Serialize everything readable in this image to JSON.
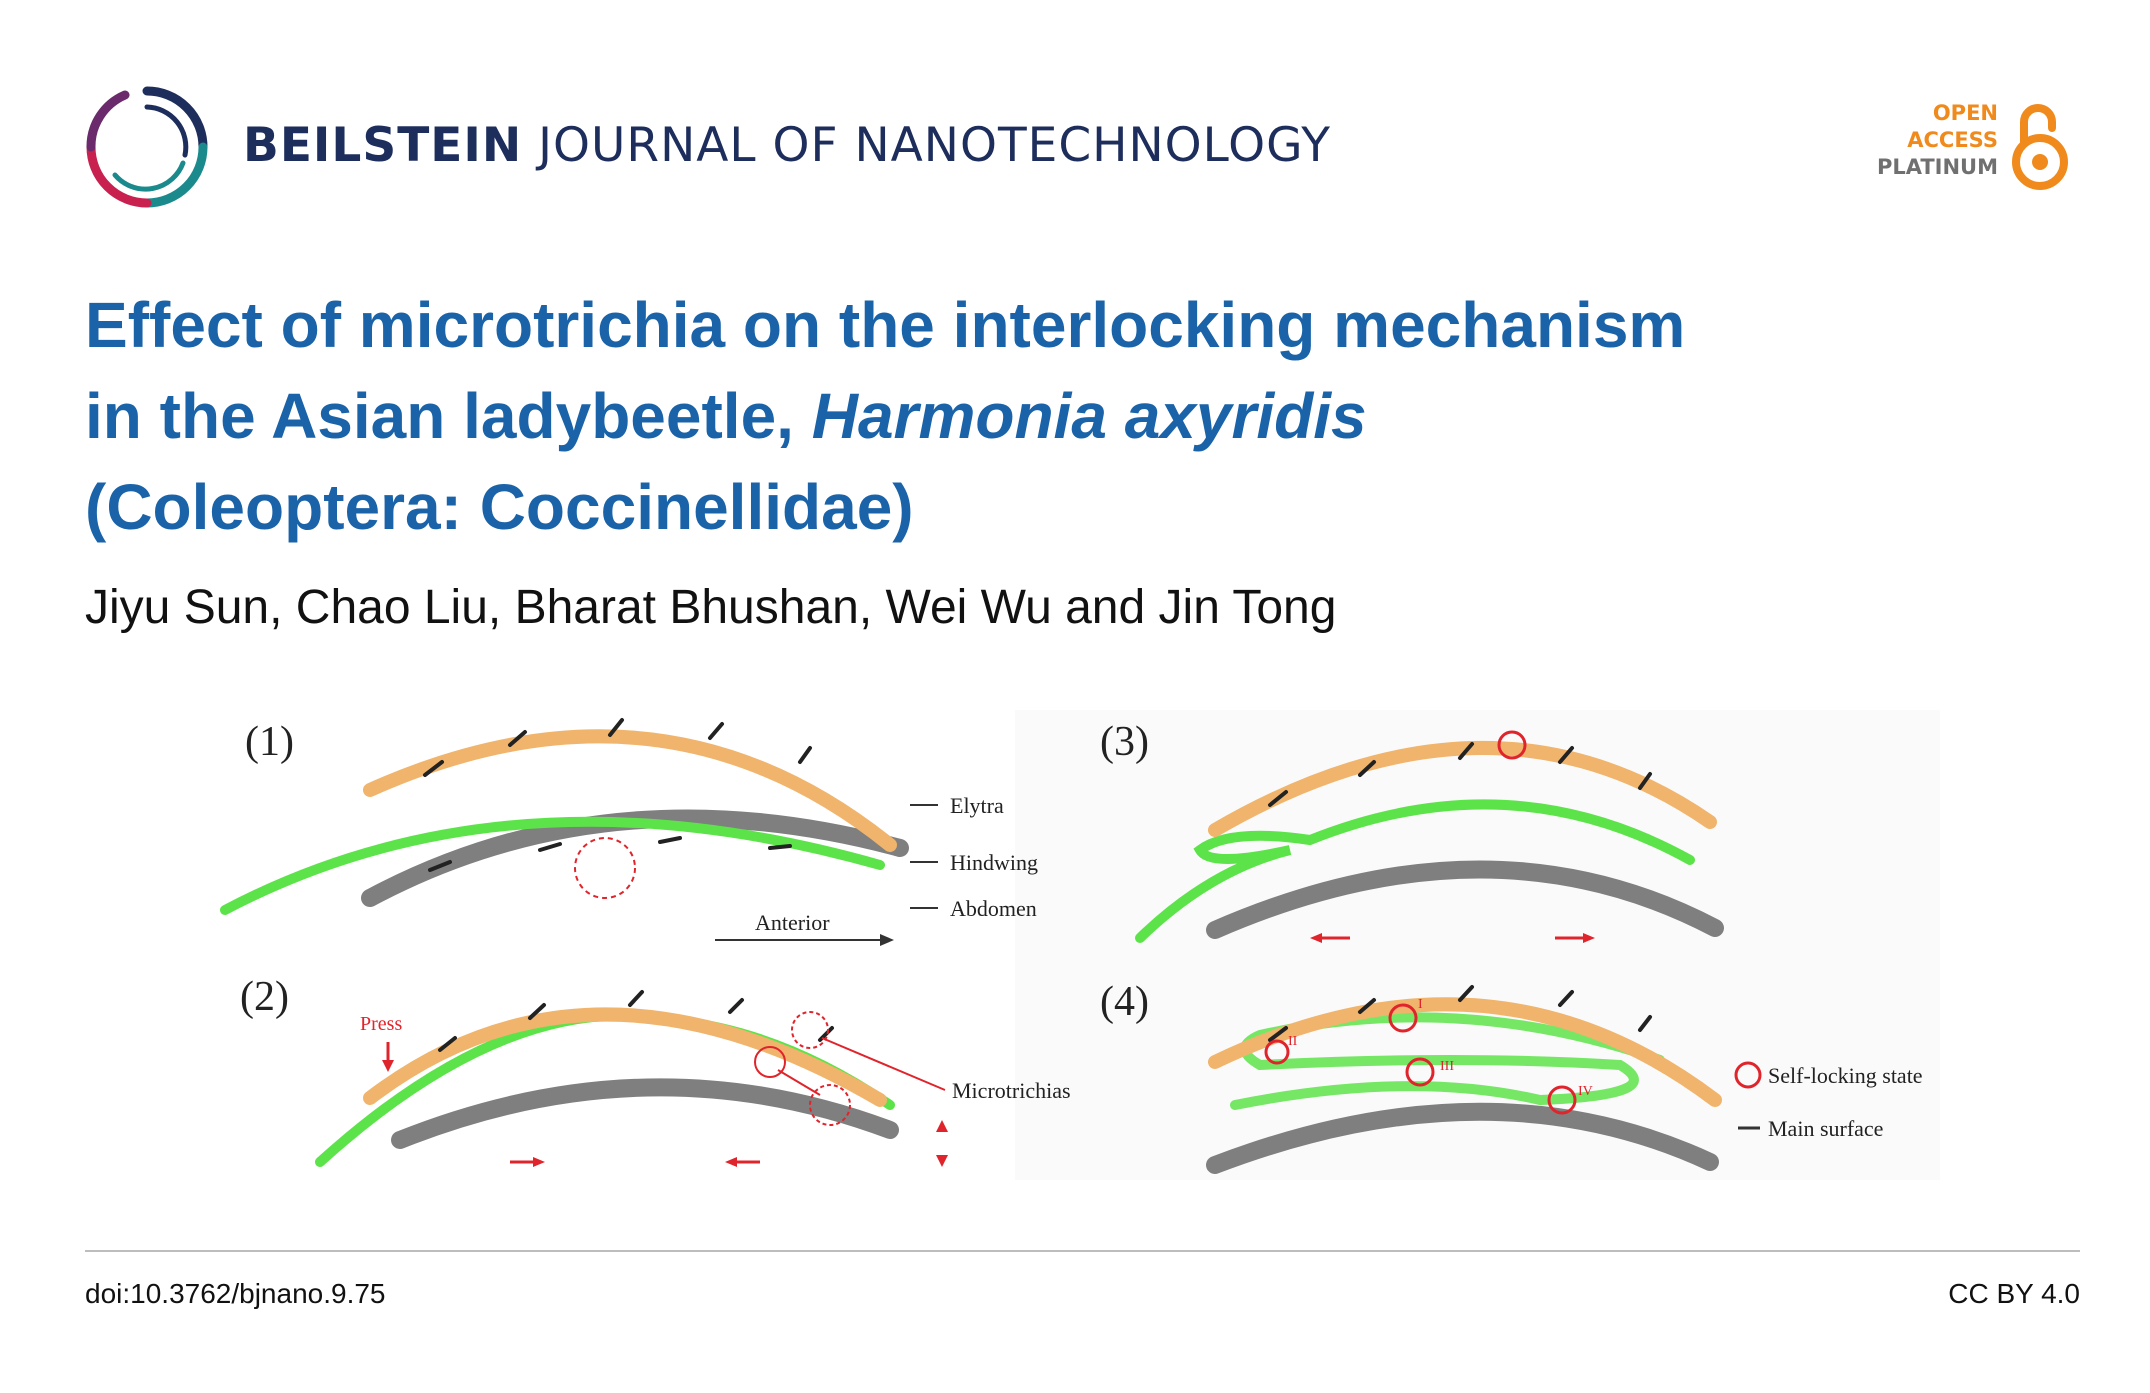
{
  "journal": {
    "name_bold": "BEILSTEIN",
    "name_rest": " JOURNAL OF NANOTECHNOLOGY"
  },
  "badge": {
    "line1": "OPEN",
    "line2": "ACCESS",
    "line3": "PLATINUM"
  },
  "article": {
    "title_line1": "Effect of microtrichia on the interlocking mechanism",
    "title_line2_plain": "in the Asian ladybeetle, ",
    "title_line2_italic": "Harmonia axyridis",
    "title_line3": "(Coleoptera: Coccinellidae)",
    "authors": "Jiyu Sun, Chao Liu, Bharat Bhushan, Wei Wu and Jin Tong"
  },
  "figure": {
    "panel_labels": [
      "(1)",
      "(2)",
      "(3)",
      "(4)"
    ],
    "legend_p1": {
      "elytra": "Elytra",
      "hindwing": "Hindwing",
      "abdomen": "Abdomen",
      "anterior": "Anterior"
    },
    "p2": {
      "press": "Press",
      "microtrichias": "Microtrichias"
    },
    "p4": {
      "self_locking": "Self-locking state",
      "main_surface": "Main surface",
      "marks": [
        "I",
        "II",
        "III",
        "IV"
      ]
    },
    "colors": {
      "elytra": "#f0b46c",
      "hindwing": "#5de34a",
      "abdomen": "#7f7f7f",
      "marker": "#e0242c"
    }
  },
  "footer": {
    "doi": "doi:10.3762/bjnano.9.75",
    "license": "CC BY 4.0"
  }
}
